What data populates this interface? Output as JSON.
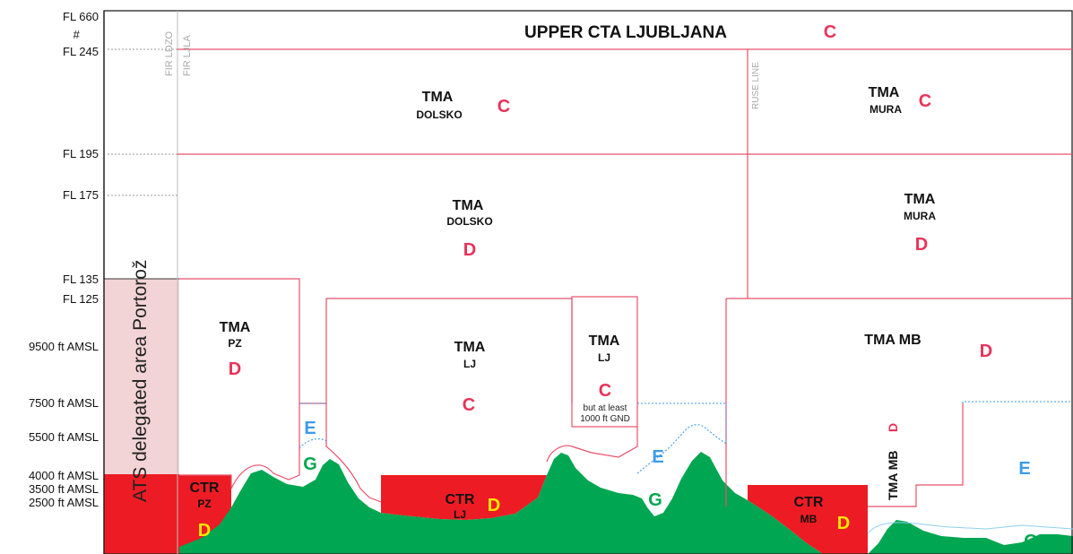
{
  "levels": {
    "fl660": "FL 660",
    "hash": "#",
    "fl245": "FL 245",
    "fl195": "FL 195",
    "fl175": "FL 175",
    "fl135": "FL 135",
    "fl125": "FL 125",
    "ft9500": "9500 ft AMSL",
    "ft7500": "7500 ft AMSL",
    "ft5500": "5500 ft AMSL",
    "ft4000": "4000 ft AMSL",
    "ft3500": "3500 ft AMSL",
    "ft2500": "2500 ft AMSL"
  },
  "boundary_labels": {
    "fir_ldzo": "FIR LDZO",
    "fir_ljla": "FIR LJLA",
    "ruse_line": "RUSE LINE"
  },
  "zones": {
    "upper_cta": {
      "name": "UPPER CTA LJUBLJANA",
      "class": "C"
    },
    "tma_dolsko_upper": {
      "name": "TMA",
      "sub": "DOLSKO",
      "class": "C"
    },
    "tma_mura_upper": {
      "name": "TMA",
      "sub": "MURA",
      "class": "C"
    },
    "tma_dolsko_lower": {
      "name": "TMA",
      "sub": "DOLSKO",
      "class": "D"
    },
    "tma_mura_lower": {
      "name": "TMA",
      "sub": "MURA",
      "class": "D"
    },
    "ats_portoroz": {
      "name": "ATS delegated area Portorož"
    },
    "tma_pz": {
      "name": "TMA",
      "sub": "PZ",
      "class": "D"
    },
    "tma_lj": {
      "name": "TMA",
      "sub": "LJ",
      "class": "C"
    },
    "tma_lj_box": {
      "name": "TMA",
      "sub": "LJ",
      "class": "C",
      "note1": "but at least",
      "note2": "1000 ft GND"
    },
    "tma_mb": {
      "name": "TMA MB",
      "class": "D"
    },
    "tma_mb_vertical": {
      "name": "TMA MB",
      "class": "D"
    },
    "ctr_pz": {
      "name": "CTR",
      "sub": "PZ",
      "class": "D"
    },
    "ctr_lj": {
      "name": "CTR",
      "sub": "LJ",
      "class": "D"
    },
    "ctr_mb": {
      "name": "CTR",
      "sub": "MB",
      "class": "D"
    },
    "class_e_pz": "E",
    "class_g_pz": "G",
    "class_e_lj": "E",
    "class_g_lj": "G",
    "class_e_mb": "E",
    "class_g_mb": "G"
  },
  "colors": {
    "boundary": "#e8506a",
    "class_label": "#e8335a",
    "ctr_fill": "#ed1c24",
    "ctr_class": "#ffe600",
    "terrain": "#00a651",
    "class_e": "#3d9be9",
    "class_g": "#00a651",
    "ats_area": "#f2d4d6"
  }
}
